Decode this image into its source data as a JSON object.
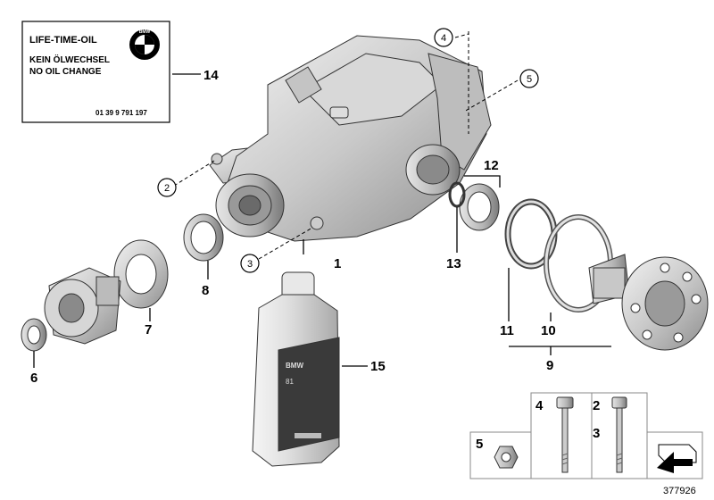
{
  "label_card": {
    "line1": "LIFE-TIME-OIL",
    "line2": "KEIN ÖLWECHSEL",
    "line3": "NO OIL CHANGE",
    "part_no": "01 39 9 791 197",
    "logo_text": "BMW"
  },
  "callouts": {
    "c1": "1",
    "c2": "2",
    "c3": "3",
    "c4": "4",
    "c5": "5",
    "c6": "6",
    "c7": "7",
    "c8": "8",
    "c9": "9",
    "c10": "10",
    "c11": "11",
    "c12": "12",
    "c13": "13",
    "c14": "14",
    "c15": "15"
  },
  "circled": {
    "c2": "2",
    "c3": "3",
    "c4": "4",
    "c5": "5"
  },
  "legend": {
    "l5": "5",
    "l4": "4",
    "l2": "2",
    "l3": "3"
  },
  "bottle_label": {
    "brand": "BMW",
    "code": "81"
  },
  "diagram_id": "377926"
}
